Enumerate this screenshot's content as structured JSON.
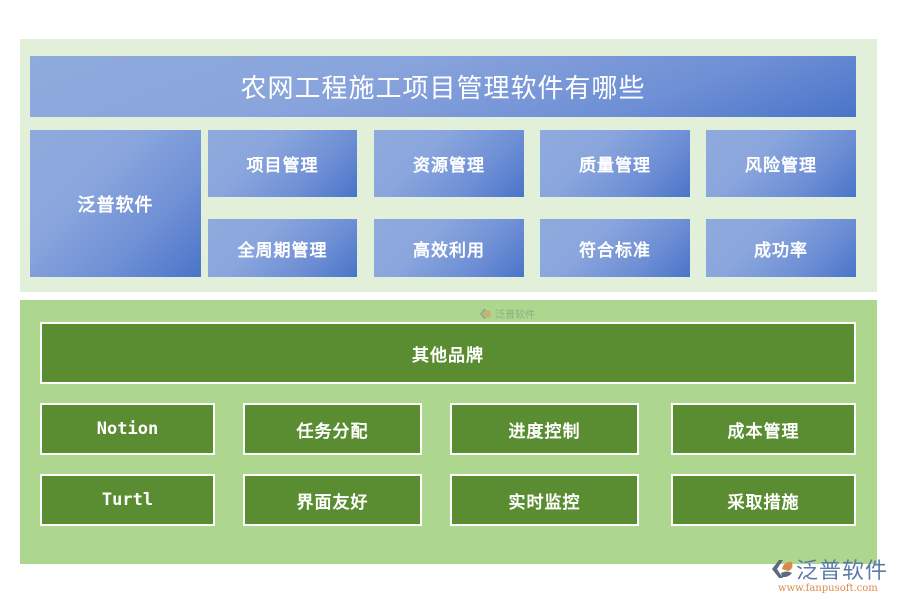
{
  "title": "农网工程施工项目管理软件有哪些",
  "top_section": {
    "brand": "泛普软件",
    "features": [
      {
        "label": "项目管理"
      },
      {
        "label": "资源管理"
      },
      {
        "label": "质量管理"
      },
      {
        "label": "风险管理"
      },
      {
        "label": "全周期管理"
      },
      {
        "label": "高效利用"
      },
      {
        "label": "符合标准"
      },
      {
        "label": "成功率"
      }
    ]
  },
  "bottom_section": {
    "header": "其他品牌",
    "rows": [
      {
        "brand": "Notion",
        "features": [
          "任务分配",
          "进度控制",
          "成本管理"
        ]
      },
      {
        "brand": "Turtl",
        "features": [
          "界面友好",
          "实时监控",
          "采取措施"
        ]
      }
    ]
  },
  "watermark": {
    "text": "泛普软件"
  },
  "logo": {
    "name": "泛普软件",
    "url": "www.fanpusoft.com"
  },
  "colors": {
    "top_panel_bg": "#e2f0d9",
    "bottom_panel_bg": "#add78f",
    "blue_light": "#8faadc",
    "blue_dark": "#4a74c9",
    "green_box": "#5a8c32"
  }
}
